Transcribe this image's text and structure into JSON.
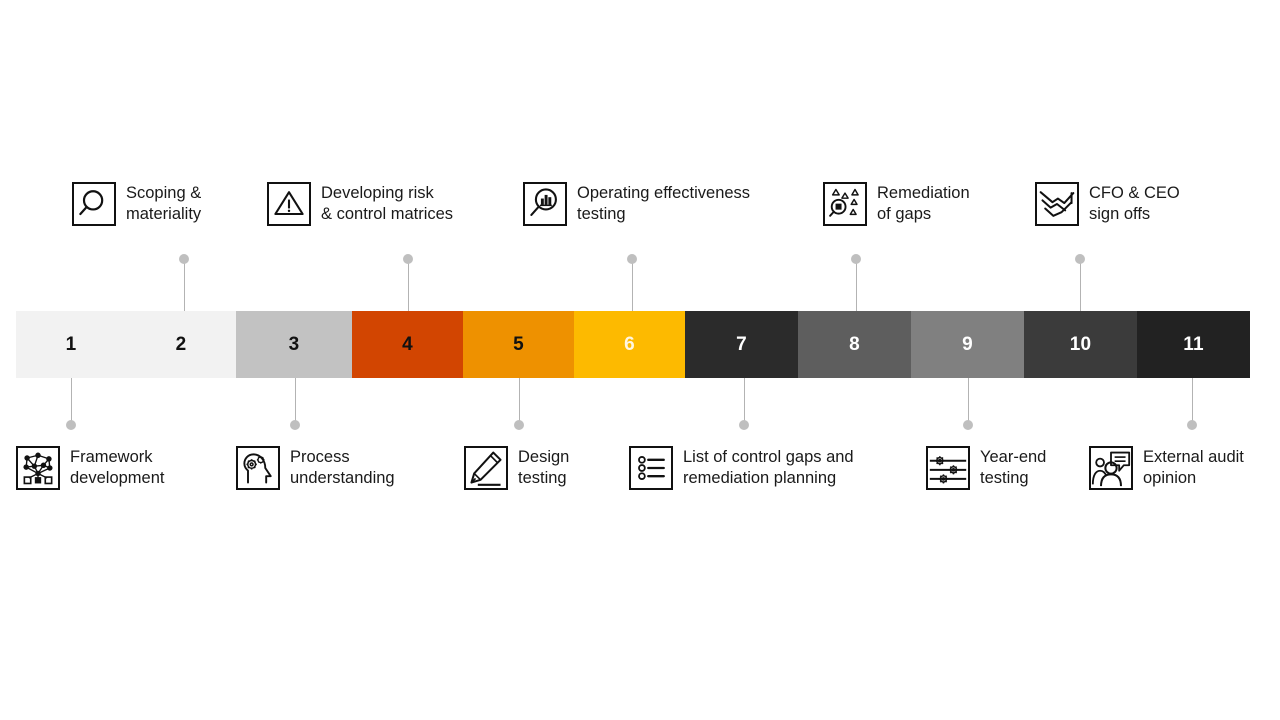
{
  "diagram": {
    "type": "timeline-process",
    "segment_count": 11,
    "colors": {
      "light_gray": "#f2f2f2",
      "mid_gray": "#c2c2c2",
      "dark_orange": "#d24501",
      "orange": "#ee9100",
      "amber": "#fdba00",
      "near_black": "#2b2b2b",
      "gray_60": "#5e5e5e",
      "gray_45": "#808080",
      "gray_55": "#444444",
      "connector": "#b3b3b3",
      "dot": "#bfbfbf",
      "text_dark": "#111111",
      "text_light": "#ffffff"
    },
    "segments": [
      {
        "number": "1",
        "fill": "#f2f2f2",
        "num_color": "#111111",
        "width": 110
      },
      {
        "number": "2",
        "fill": "#f2f2f2",
        "num_color": "#111111",
        "width": 110
      },
      {
        "number": "3",
        "fill": "#c2c2c2",
        "num_color": "#111111",
        "width": 116
      },
      {
        "number": "4",
        "fill": "#d24501",
        "num_color": "#111111",
        "width": 111
      },
      {
        "number": "5",
        "fill": "#ee9100",
        "num_color": "#111111",
        "width": 111
      },
      {
        "number": "6",
        "fill": "#fdba00",
        "num_color": "#fff6e0",
        "width": 111
      },
      {
        "number": "7",
        "fill": "#2b2b2b",
        "num_color": "#ffffff",
        "width": 113
      },
      {
        "number": "8",
        "fill": "#5e5e5e",
        "num_color": "#ffffff",
        "width": 113
      },
      {
        "number": "9",
        "fill": "#808080",
        "num_color": "#ffffff",
        "width": 113
      },
      {
        "number": "10",
        "fill": "#3b3b3b",
        "num_color": "#ffffff",
        "width": 113
      },
      {
        "number": "11",
        "fill": "#222222",
        "num_color": "#ffffff",
        "width": 113
      }
    ],
    "callouts_top": [
      {
        "icon": "magnifier-icon",
        "label": "Scoping &\nmateriality",
        "segment": "2"
      },
      {
        "icon": "warning-triangle-icon",
        "label": "Developing risk\n& control matrices",
        "segment": "4"
      },
      {
        "icon": "magnifier-chart-icon",
        "label": "Operating effectiveness\ntesting",
        "segment": "6"
      },
      {
        "icon": "magnifier-shapes-icon",
        "label": "Remediation\nof gaps",
        "segment": "8"
      },
      {
        "icon": "handshake-icon",
        "label": "CFO & CEO\nsign offs",
        "segment": "10"
      }
    ],
    "callouts_bottom": [
      {
        "icon": "network-tree-icon",
        "label": "Framework\ndevelopment",
        "segment": "1"
      },
      {
        "icon": "head-gears-icon",
        "label": "Process\nunderstanding",
        "segment": "3"
      },
      {
        "icon": "pencil-icon",
        "label": "Design\ntesting",
        "segment": "5"
      },
      {
        "icon": "checklist-icon",
        "label": "List of control gaps and\nremediation planning",
        "segment": "7"
      },
      {
        "icon": "sliders-gears-icon",
        "label": "Year-end\ntesting",
        "segment": "9"
      },
      {
        "icon": "people-speech-icon",
        "label": "External audit\nopinion",
        "segment": "11"
      }
    ]
  }
}
